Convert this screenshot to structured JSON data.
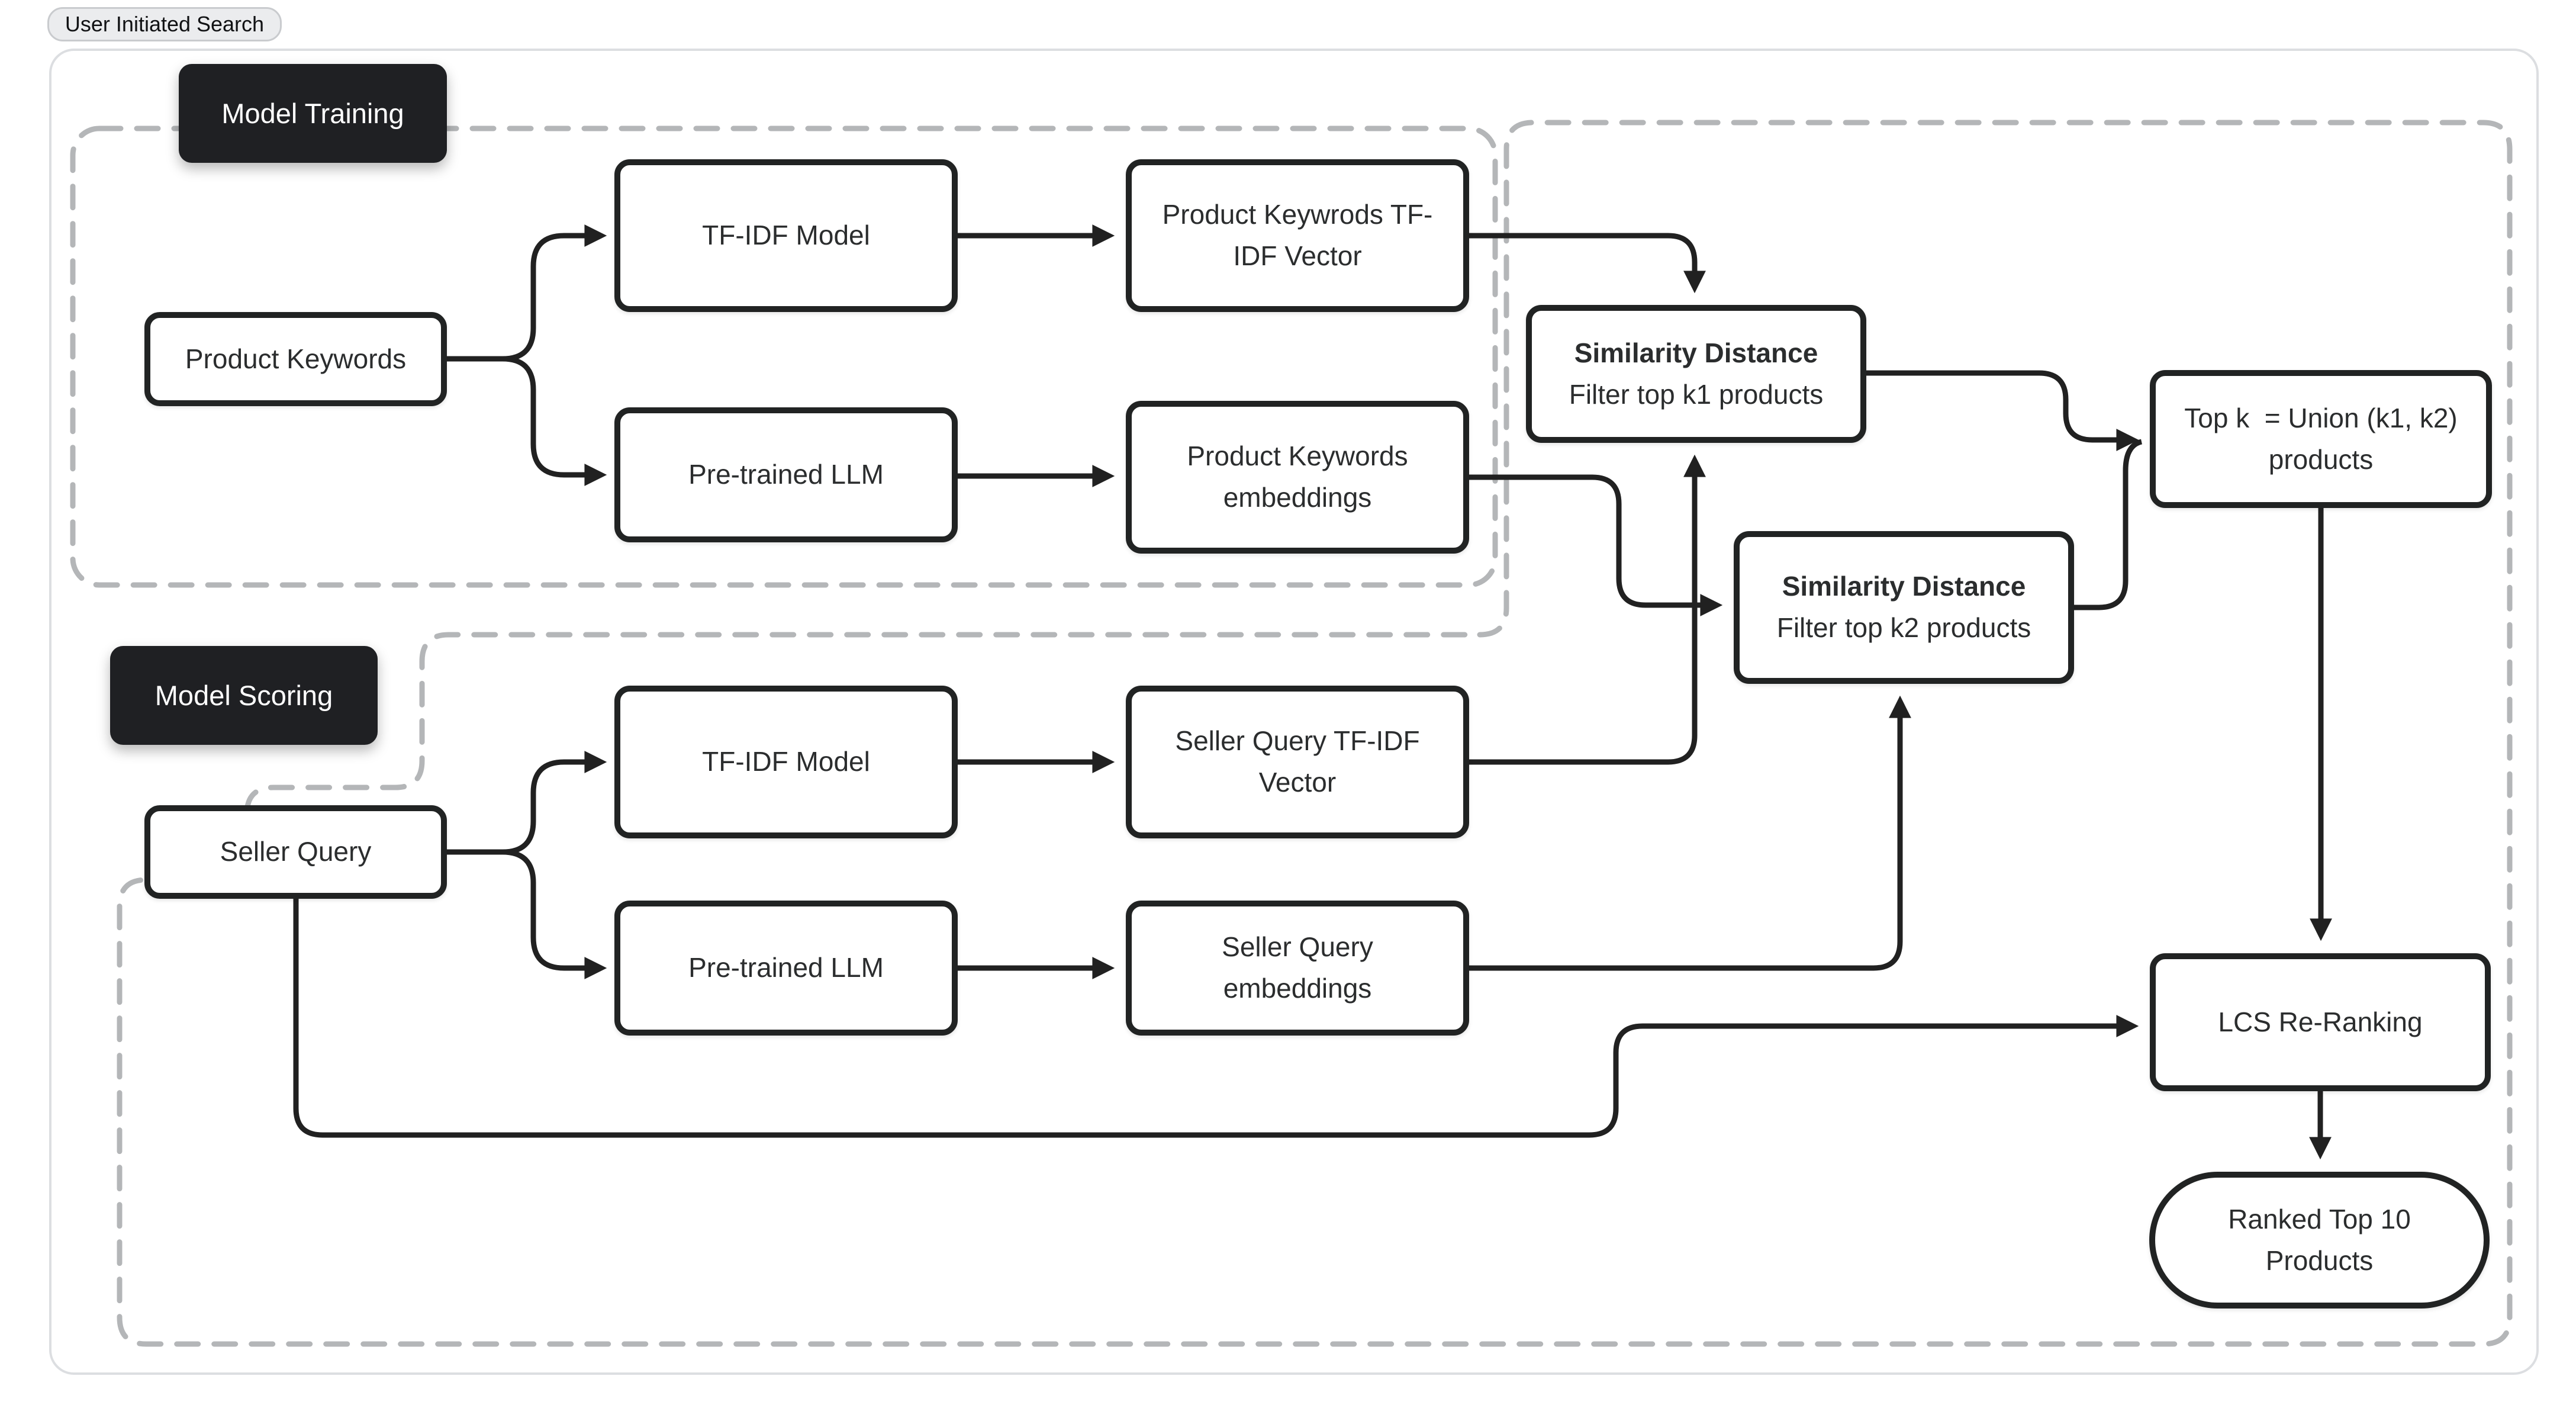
{
  "badge": {
    "label": "User Initiated Search"
  },
  "sections": {
    "training": {
      "label": "Model Training"
    },
    "scoring": {
      "label": "Model Scoring"
    }
  },
  "nodes": {
    "product_keywords": {
      "label": "Product Keywords"
    },
    "tfidf_model_top": {
      "label": "TF-IDF Model"
    },
    "pk_tfidf_vector": {
      "label": "Product Keywrods TF-\nIDF Vector"
    },
    "pretrained_llm_top": {
      "label": "Pre-trained LLM"
    },
    "pk_embeddings": {
      "label": "Product Keywords\nembeddings"
    },
    "seller_query": {
      "label": "Seller Query"
    },
    "tfidf_model_bottom": {
      "label": "TF-IDF Model"
    },
    "sq_tfidf_vector": {
      "label": "Seller Query TF-IDF\nVector"
    },
    "pretrained_llm_bottom": {
      "label": "Pre-trained LLM"
    },
    "sq_embeddings": {
      "label": "Seller Query\nembeddings"
    },
    "similarity_k1": {
      "title": "Similarity Distance",
      "subtitle": "Filter top k1 products"
    },
    "similarity_k2": {
      "title": "Similarity Distance",
      "subtitle": "Filter top k2 products"
    },
    "top_k_union": {
      "label": "Top k  = Union (k1, k2)\nproducts"
    },
    "lcs_reranking": {
      "label": "LCS Re-Ranking"
    },
    "ranked_top10": {
      "label": "Ranked Top 10\nProducts"
    }
  },
  "colors": {
    "wire": "#212121",
    "dashed_border": "#b4b6b8",
    "node_border": "#212323",
    "section_bg": "#1f2023",
    "panel_border": "#dcdee1",
    "badge_bg": "#ebecee"
  }
}
